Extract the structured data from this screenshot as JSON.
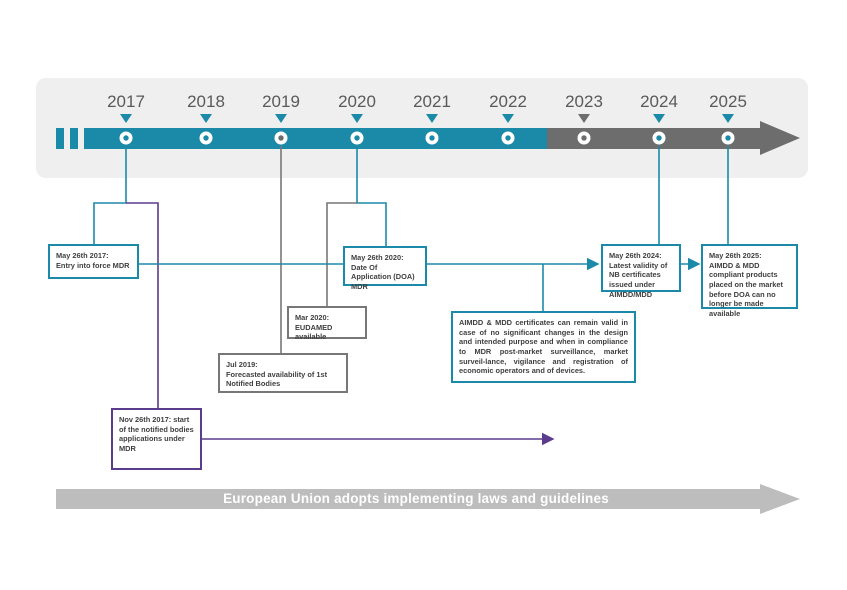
{
  "years": [
    "2017",
    "2018",
    "2019",
    "2020",
    "2021",
    "2022",
    "2023",
    "2024",
    "2025"
  ],
  "colors": {
    "teal": "#1b8aa8",
    "grey": "#6d6d6d",
    "purple": "#5a3b8c",
    "arrow_grey": "#bdbdbd",
    "band": "#efefef"
  },
  "boxes": {
    "mdr_entry": {
      "title": "May 26th 2017:",
      "body": "Entry into force MDR"
    },
    "doa": {
      "title": "May 26th 2020:",
      "body": "Date Of Application (DOA) MDR"
    },
    "eudamed": {
      "title": "Mar 2020:",
      "body": "EUDAMED available"
    },
    "notified_bodies": {
      "title": "Jul 2019:",
      "body": "Forecasted availability of 1st Notified Bodies"
    },
    "nb_applications": {
      "title": "Nov 26th 2017: start",
      "body": "of the notified bodies applications under MDR"
    },
    "certificates_valid": {
      "title": "",
      "body": "AIMDD & MDD certificates can remain valid in case of no significant changes in the design and intended purpose and when in compliance to MDR post-market surveillance, market surveil-lance, vigilance and registration of economic operators and of devices."
    },
    "nb_validity": {
      "title": "May 26th 2024:",
      "body": "Latest validity of NB certificates issued under AIMDD/MDD"
    },
    "products_placed": {
      "title": "May 26th 2025:",
      "body": "AIMDD & MDD compliant products placed on the market before DOA can no longer be made available"
    }
  },
  "eu_arrow": {
    "label": "European Union adopts implementing laws and guidelines"
  }
}
